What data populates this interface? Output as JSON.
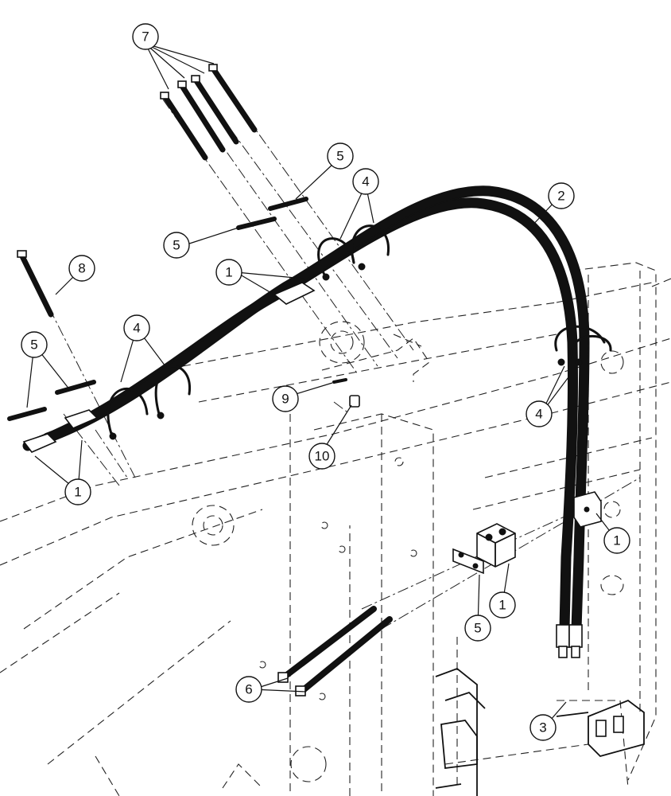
{
  "callouts": [
    {
      "id": "c7",
      "label": "7"
    },
    {
      "id": "c5a",
      "label": "5"
    },
    {
      "id": "c5b",
      "label": "5"
    },
    {
      "id": "c4a",
      "label": "4"
    },
    {
      "id": "c2",
      "label": "2"
    },
    {
      "id": "c8",
      "label": "8"
    },
    {
      "id": "c1a",
      "label": "1"
    },
    {
      "id": "c5c",
      "label": "5"
    },
    {
      "id": "c4b",
      "label": "4"
    },
    {
      "id": "c9",
      "label": "9"
    },
    {
      "id": "c4c",
      "label": "4"
    },
    {
      "id": "c10",
      "label": "10"
    },
    {
      "id": "c1b",
      "label": "1"
    },
    {
      "id": "c1c",
      "label": "1"
    },
    {
      "id": "c1d",
      "label": "1"
    },
    {
      "id": "c5d",
      "label": "5"
    },
    {
      "id": "c6",
      "label": "6"
    },
    {
      "id": "c3",
      "label": "3"
    }
  ]
}
